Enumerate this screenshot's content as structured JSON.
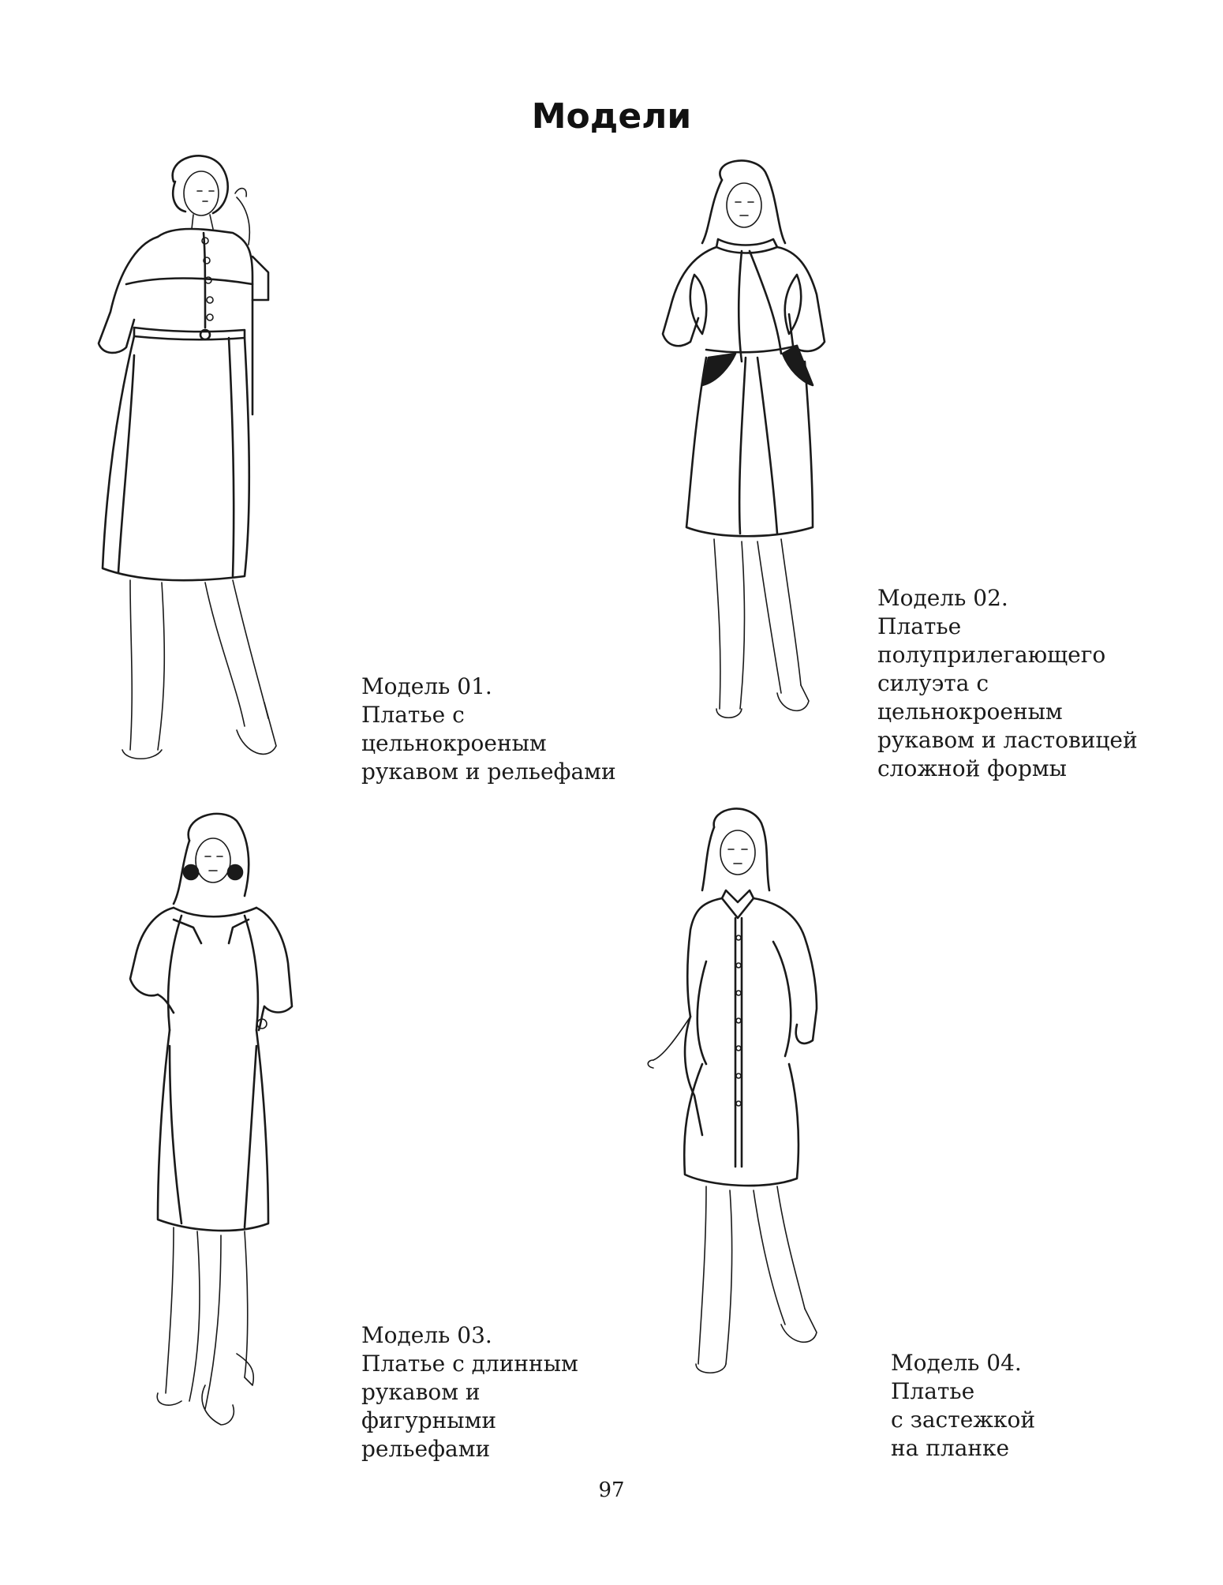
{
  "page": {
    "title": "Модели",
    "page_number": "97"
  },
  "models": [
    {
      "lines": [
        "Модель 01.",
        "Платье с",
        "цельнокроеным",
        "рукавом и рельефами"
      ],
      "illustration_icon": "dress-figure-icon"
    },
    {
      "lines": [
        "Модель 02.",
        "Платье",
        "полуприлегающего",
        "силуэта с",
        "цельнокроеным",
        "рукавом и ластовицей",
        "сложной формы"
      ],
      "illustration_icon": "dress-figure-icon"
    },
    {
      "lines": [
        "Модель 03.",
        "Платье с длинным",
        "рукавом и",
        "фигурными",
        "рельефами"
      ],
      "illustration_icon": "dress-figure-icon"
    },
    {
      "lines": [
        "Модель 04.",
        "Платье",
        "с застежкой",
        "на планке"
      ],
      "illustration_icon": "dress-figure-icon"
    }
  ]
}
